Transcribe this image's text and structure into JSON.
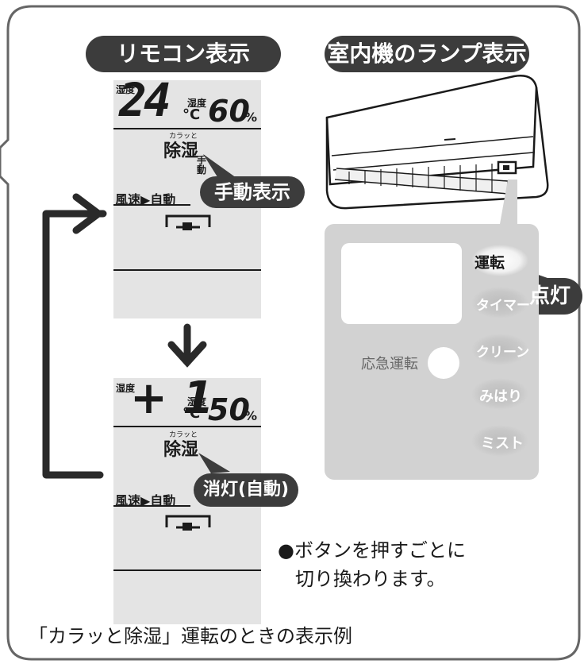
{
  "headings": {
    "remote": "リモコン表示",
    "indoor": "室内機のランプ表示"
  },
  "remote_display_1": {
    "humidity_label": "湿度",
    "big_value": "24",
    "small_humidity_label": "湿度",
    "celsius": "°C",
    "value": "60",
    "percent": "%",
    "mode_ruby": "カラッと",
    "mode": "除湿",
    "manual_small": "手動",
    "fan_label": "風速▶自動"
  },
  "remote_display_2": {
    "humidity_label": "湿度",
    "big_value": "+ 1",
    "small_humidity_label": "湿度",
    "celsius": "°C",
    "value": "50",
    "percent": "%",
    "mode_ruby": "カラッと",
    "mode": "除湿",
    "fan_label": "風速▶自動"
  },
  "callouts": {
    "manual_display": "手動表示",
    "light_on": "点灯",
    "light_off": "消灯(自動)"
  },
  "indoor_panel": {
    "buttons": [
      "運転",
      "タイマー",
      "クリーン",
      "みはり",
      "ミスト"
    ],
    "emergency_label": "応急運転"
  },
  "notes": {
    "button_line1": "●ボタンを押すごとに",
    "button_line2": "切り換わります。",
    "caption": "「カラッと除湿」運転のときの表示例"
  },
  "colors": {
    "dark": "#3c3c3c",
    "lcd": "#e4e4e4",
    "panel": "#d2d2d2",
    "frame": "#666666"
  }
}
